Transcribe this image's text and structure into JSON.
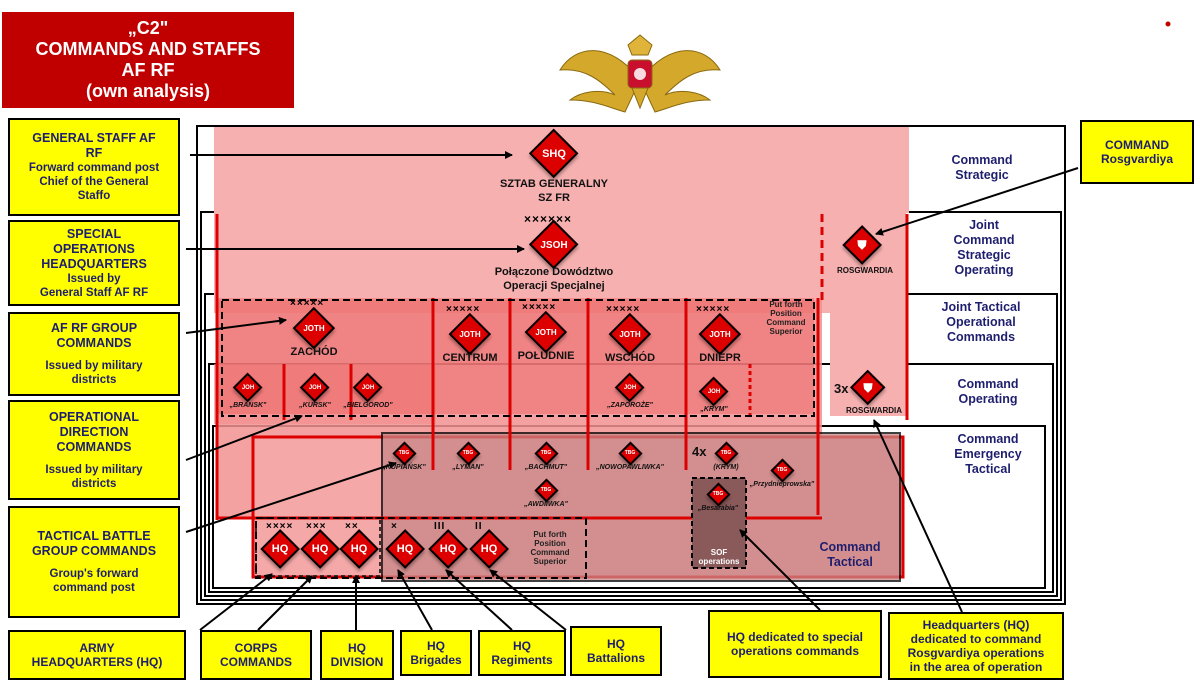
{
  "title": {
    "l1": "„C2\"",
    "l2": "COMMANDS AND STAFFS",
    "l3": "AF RF",
    "l4": "(own analysis)"
  },
  "left_boxes": {
    "general_staff": {
      "l1": "GENERAL STAFF AF",
      "l2": "RF",
      "l3": "Forward command post",
      "l4": "Chief of the General",
      "l5": "Staffo"
    },
    "special_ops": {
      "l1": "SPECIAL",
      "l2": "OPERATIONS",
      "l3": "HEADQUARTERS",
      "l4": "Issued by",
      "l5": "General Staff AF RF"
    },
    "group_cmds": {
      "l1": "AF RF GROUP",
      "l2": "COMMANDS",
      "l3": "Issued by military",
      "l4": "districts"
    },
    "op_direction": {
      "l1": "OPERATIONAL",
      "l2": "DIRECTION",
      "l3": "COMMANDS",
      "l4": "Issued by military",
      "l5": "districts"
    },
    "tactical_bg": {
      "l1": "TACTICAL BATTLE",
      "l2": "GROUP COMMANDS",
      "l3": "Group's forward",
      "l4": "command post"
    }
  },
  "bottom_boxes": {
    "army_hq": {
      "l1": "ARMY",
      "l2": "HEADQUARTERS (HQ)"
    },
    "corps": {
      "l1": "CORPS",
      "l2": "COMMANDS"
    },
    "division": {
      "l1": "HQ",
      "l2": "DIVISION"
    },
    "brigades": {
      "l1": "HQ",
      "l2": "Brigades"
    },
    "regiments": {
      "l1": "HQ",
      "l2": "Regiments"
    },
    "battalions": {
      "l1": "HQ",
      "l2": "Battalions"
    },
    "sof": {
      "l1": "HQ dedicated to special",
      "l2": "operations commands"
    },
    "rosg_hq": {
      "l1": "Headquarters (HQ)",
      "l2": "dedicated to command",
      "l3": "Rosgvardiya operations",
      "l4": "in the area of operation"
    }
  },
  "right_box": {
    "l1": "COMMAND",
    "l2": "Rosgvardiya"
  },
  "tiers": {
    "strategic": {
      "l1": "Command",
      "l2": "Strategic"
    },
    "jcso": {
      "l1": "Joint",
      "l2": "Command",
      "l3": "Strategic",
      "l4": "Operating"
    },
    "jtoc": {
      "l1": "Joint Tactical",
      "l2": "Operational",
      "l3": "Commands"
    },
    "operating": {
      "l1": "Command",
      "l2": "Operating"
    },
    "emergency": {
      "l1": "Command",
      "l2": "Emergency",
      "l3": "Tactical"
    },
    "tactical": {
      "l1": "Command",
      "l2": "Tactical"
    }
  },
  "symbols": {
    "shq": {
      "code": "SHQ",
      "l1": "SZTAB GENERALNY",
      "l2": "SZ FR"
    },
    "jsoh": {
      "code": "JSOH",
      "echelon": "××××××",
      "l1": "Połączone Dowództwo",
      "l2": "Operacji Specjalnej"
    },
    "rosgwardia": {
      "label": "ROSGWARDIA"
    },
    "rosgwardia2": {
      "label": "ROSGWARDIA",
      "count": "3x"
    },
    "joth": [
      {
        "code": "JOTH",
        "echelon": "×××××",
        "name": "ZACHÓD"
      },
      {
        "code": "JOTH",
        "echelon": "×××××",
        "name": "CENTRUM"
      },
      {
        "code": "JOTH",
        "echelon": "×××××",
        "name": "POŁUDNIE"
      },
      {
        "code": "JOTH",
        "echelon": "×××××",
        "name": "WSCHÓD"
      },
      {
        "code": "JOTH",
        "echelon": "×××××",
        "name": "DNIEPR"
      }
    ],
    "joh": [
      {
        "code": "JOH",
        "name": "„BRANSK\""
      },
      {
        "code": "JOH",
        "name": "„KURSK\""
      },
      {
        "code": "JOH",
        "name": "„BIELGOROD\""
      },
      {
        "code": "JOH",
        "name": "„ZAPOROŻE\""
      },
      {
        "code": "JOH",
        "name": "„KRYM\""
      }
    ],
    "tbg": [
      {
        "code": "TBG",
        "name": "„KUPIAŃSK\""
      },
      {
        "code": "TBG",
        "name": "„LYMAN\""
      },
      {
        "code": "TBG",
        "name": "„BACHMUT\""
      },
      {
        "code": "TBG",
        "name": "„NOWOPAWLIWKA\""
      },
      {
        "code": "TBG",
        "name": "(KRYM)",
        "count": "4x"
      },
      {
        "code": "TBG",
        "name": "„AWDIIWKA\""
      },
      {
        "code": "TBG",
        "name": "„Besarabia\""
      },
      {
        "code": "TBG",
        "name": "„Przydnieprowska\""
      }
    ],
    "hq": [
      {
        "code": "HQ",
        "echelon": "××××"
      },
      {
        "code": "HQ",
        "echelon": "×××"
      },
      {
        "code": "HQ",
        "echelon": "××"
      },
      {
        "code": "HQ",
        "echelon": "×"
      },
      {
        "code": "HQ",
        "echelon": "III"
      },
      {
        "code": "HQ",
        "echelon": "II"
      }
    ],
    "sof": {
      "l1": "SOF",
      "l2": "operations"
    }
  },
  "notes": {
    "upper": {
      "l1": "Put forth",
      "l2": "Position",
      "l3": "Command",
      "l4": "Superior"
    },
    "lower": {
      "l1": "Put forth",
      "l2": "Position",
      "l3": "Command",
      "l4": "Superior"
    }
  },
  "colors": {
    "red": "#dd0000",
    "title_red": "#c00000",
    "yellow": "#ffff00",
    "navy": "#1e1e6e",
    "pink": "#f6b0b0"
  }
}
